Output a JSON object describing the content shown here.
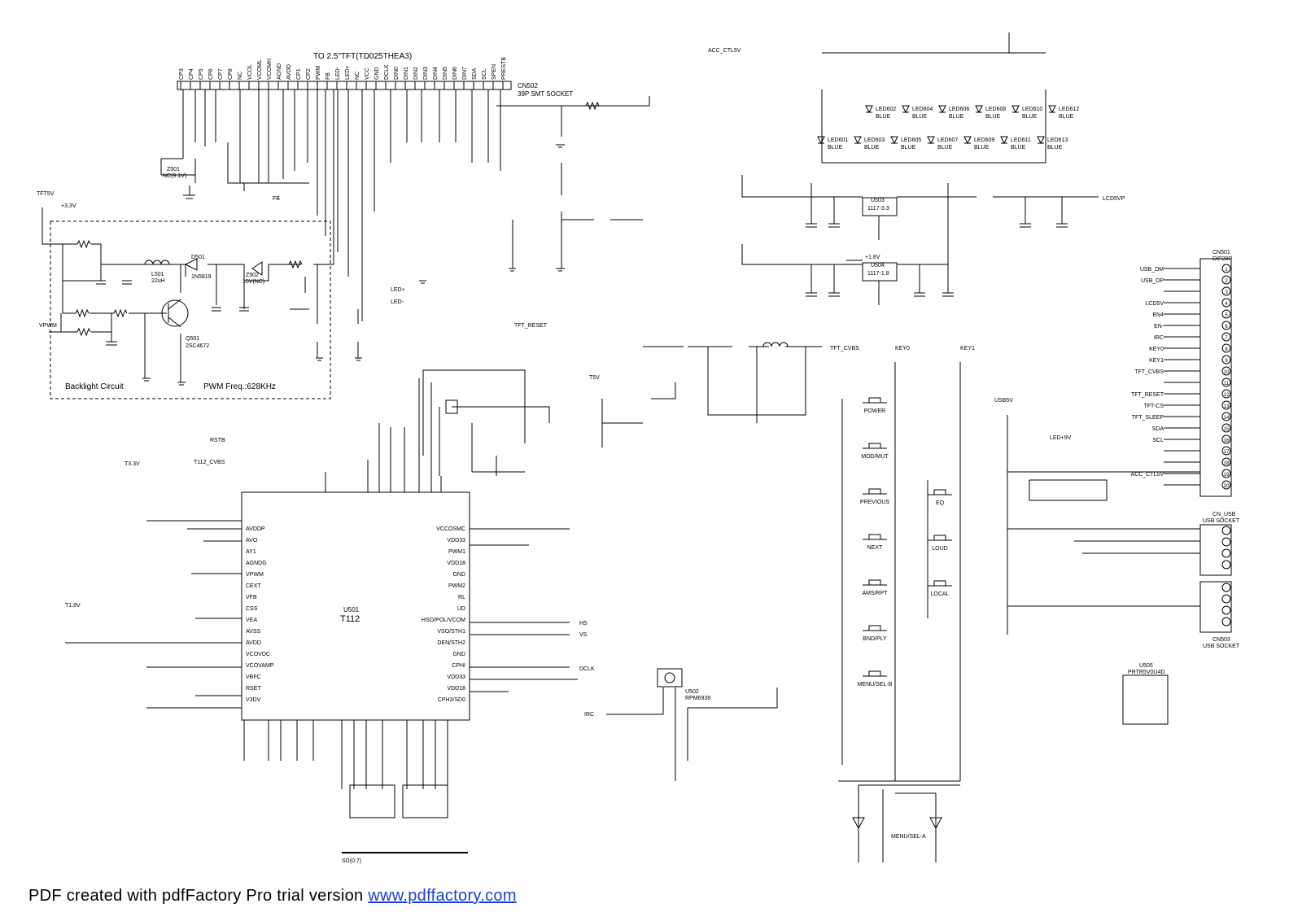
{
  "header_title": "TO 2.5\"TFT(TD025THEA3)",
  "connector_cn502": "CN502",
  "connector_cn502_desc": "39P SMT SOCKET",
  "cn502_pins": [
    "CP3",
    "CP4",
    "CP5",
    "CP6",
    "CP7",
    "CP8",
    "NC",
    "VCOL",
    "VCOML",
    "VCOMH",
    "AGND",
    "AVDD",
    "CP1",
    "CP2",
    "PWM",
    "FB",
    "LED-",
    "LED+",
    "NC",
    "VCC",
    "GND",
    "DCLK",
    "DIN0",
    "DIN1",
    "DIN2",
    "DIN3",
    "DIN4",
    "DIN5",
    "DIN6",
    "DIN7",
    "SDA",
    "SCL",
    "SPEN",
    "PRESTB"
  ],
  "ic_u501": {
    "ref": "U501",
    "part": "T112"
  },
  "ic_u503": {
    "ref": "U503",
    "part": "1117-3.3"
  },
  "ic_u504": {
    "ref": "U504",
    "part": "1117-1.8"
  },
  "ic_u502": {
    "ref": "U502",
    "part": "RPM6938"
  },
  "ic_u505": {
    "ref": "U505",
    "part": "PRTR5V0U4D"
  },
  "backlight_label": "Backlight Circuit",
  "pwm_label": "PWM Freq.:628KHz",
  "q501": {
    "ref": "Q501",
    "part": "2SC4672"
  },
  "d501": {
    "ref": "D501",
    "part": "1N5819"
  },
  "l501": {
    "ref": "L501",
    "value": "22uH"
  },
  "z501": {
    "ref": "Z501",
    "part": "NC(9.1V)"
  },
  "z502": {
    "ref": "Z502",
    "part": "15V(NC)"
  },
  "cn501": {
    "ref": "CN501",
    "desc": "DIP20P"
  },
  "cn501_pins": [
    "USB_DM",
    "USB_DP",
    "",
    "LCD5V",
    "EN4",
    "EN-",
    "IRC",
    "KEY0",
    "KEY1",
    "TFT_CVBS",
    "",
    "TFT_RESET",
    "TFT-CS",
    "TFT_SLEEP",
    "SDA",
    "SCL",
    "",
    "",
    "ACC_CTL5V",
    ""
  ],
  "cn_usb": {
    "ref": "CN_USB",
    "desc": "USB SOCKET"
  },
  "cn503": {
    "ref": "CN503",
    "desc": "USB SOCKET"
  },
  "leds_top": [
    "LED602",
    "LED604",
    "LED606",
    "LED608",
    "LED610",
    "LED612"
  ],
  "leds_bottom": [
    "LED601",
    "LED603",
    "LED605",
    "LED607",
    "LED609",
    "LED611",
    "LED613"
  ],
  "led_color": "BLUE",
  "keys_left": [
    "POWER",
    "MOD/MUT",
    "PREVIOUS",
    "NEXT",
    "AMS/RPT",
    "BND/PLY",
    "MENU/SEL-B"
  ],
  "keys_right": [
    "EQ",
    "LOUD",
    "LOCAL"
  ],
  "key_switch_a": "MENU/SEL-A",
  "net_labels": [
    "TFT5V",
    "+3.3V",
    "VPWM",
    "FB",
    "RSTB",
    "T112_CVBS",
    "T3.3V",
    "T1.8V",
    "TFT_RESET",
    "TFT_CVBS",
    "LCD5VP",
    "LED+",
    "LED-",
    "LED+9V",
    "ACC_CTL5V",
    "USB5V",
    "T5V",
    "KEY0",
    "KEY1",
    "IRC",
    "HS",
    "VS",
    "DCLK",
    "+1.8V",
    "SD(0:7)"
  ],
  "u501_left_pins": [
    "AVDDP",
    "AVO",
    "AY1",
    "AGNDG",
    "VPWM",
    "CEXT",
    "VFB",
    "CSS",
    "VEA",
    "AVSS",
    "AVDD",
    "VCOVDC",
    "VCOVAMP",
    "VBFC",
    "RSET",
    "V3DV"
  ],
  "u501_right_pins": [
    "VCCOSMC",
    "VDD33",
    "PWM1",
    "VDD18",
    "GND",
    "PWM2",
    "RL",
    "UD",
    "HSO/POL/VCOM",
    "VSO/STH1",
    "DEN/STH2",
    "GND",
    "CPHI",
    "VDD33",
    "VDD18",
    "CPH3/SD0"
  ],
  "footer_prefix": "PDF created with pdfFactory Pro trial version ",
  "footer_link": "www.pdffactory.com",
  "colors": {
    "line": "#000000",
    "link": "#1a3fd6",
    "background": "#ffffff"
  }
}
